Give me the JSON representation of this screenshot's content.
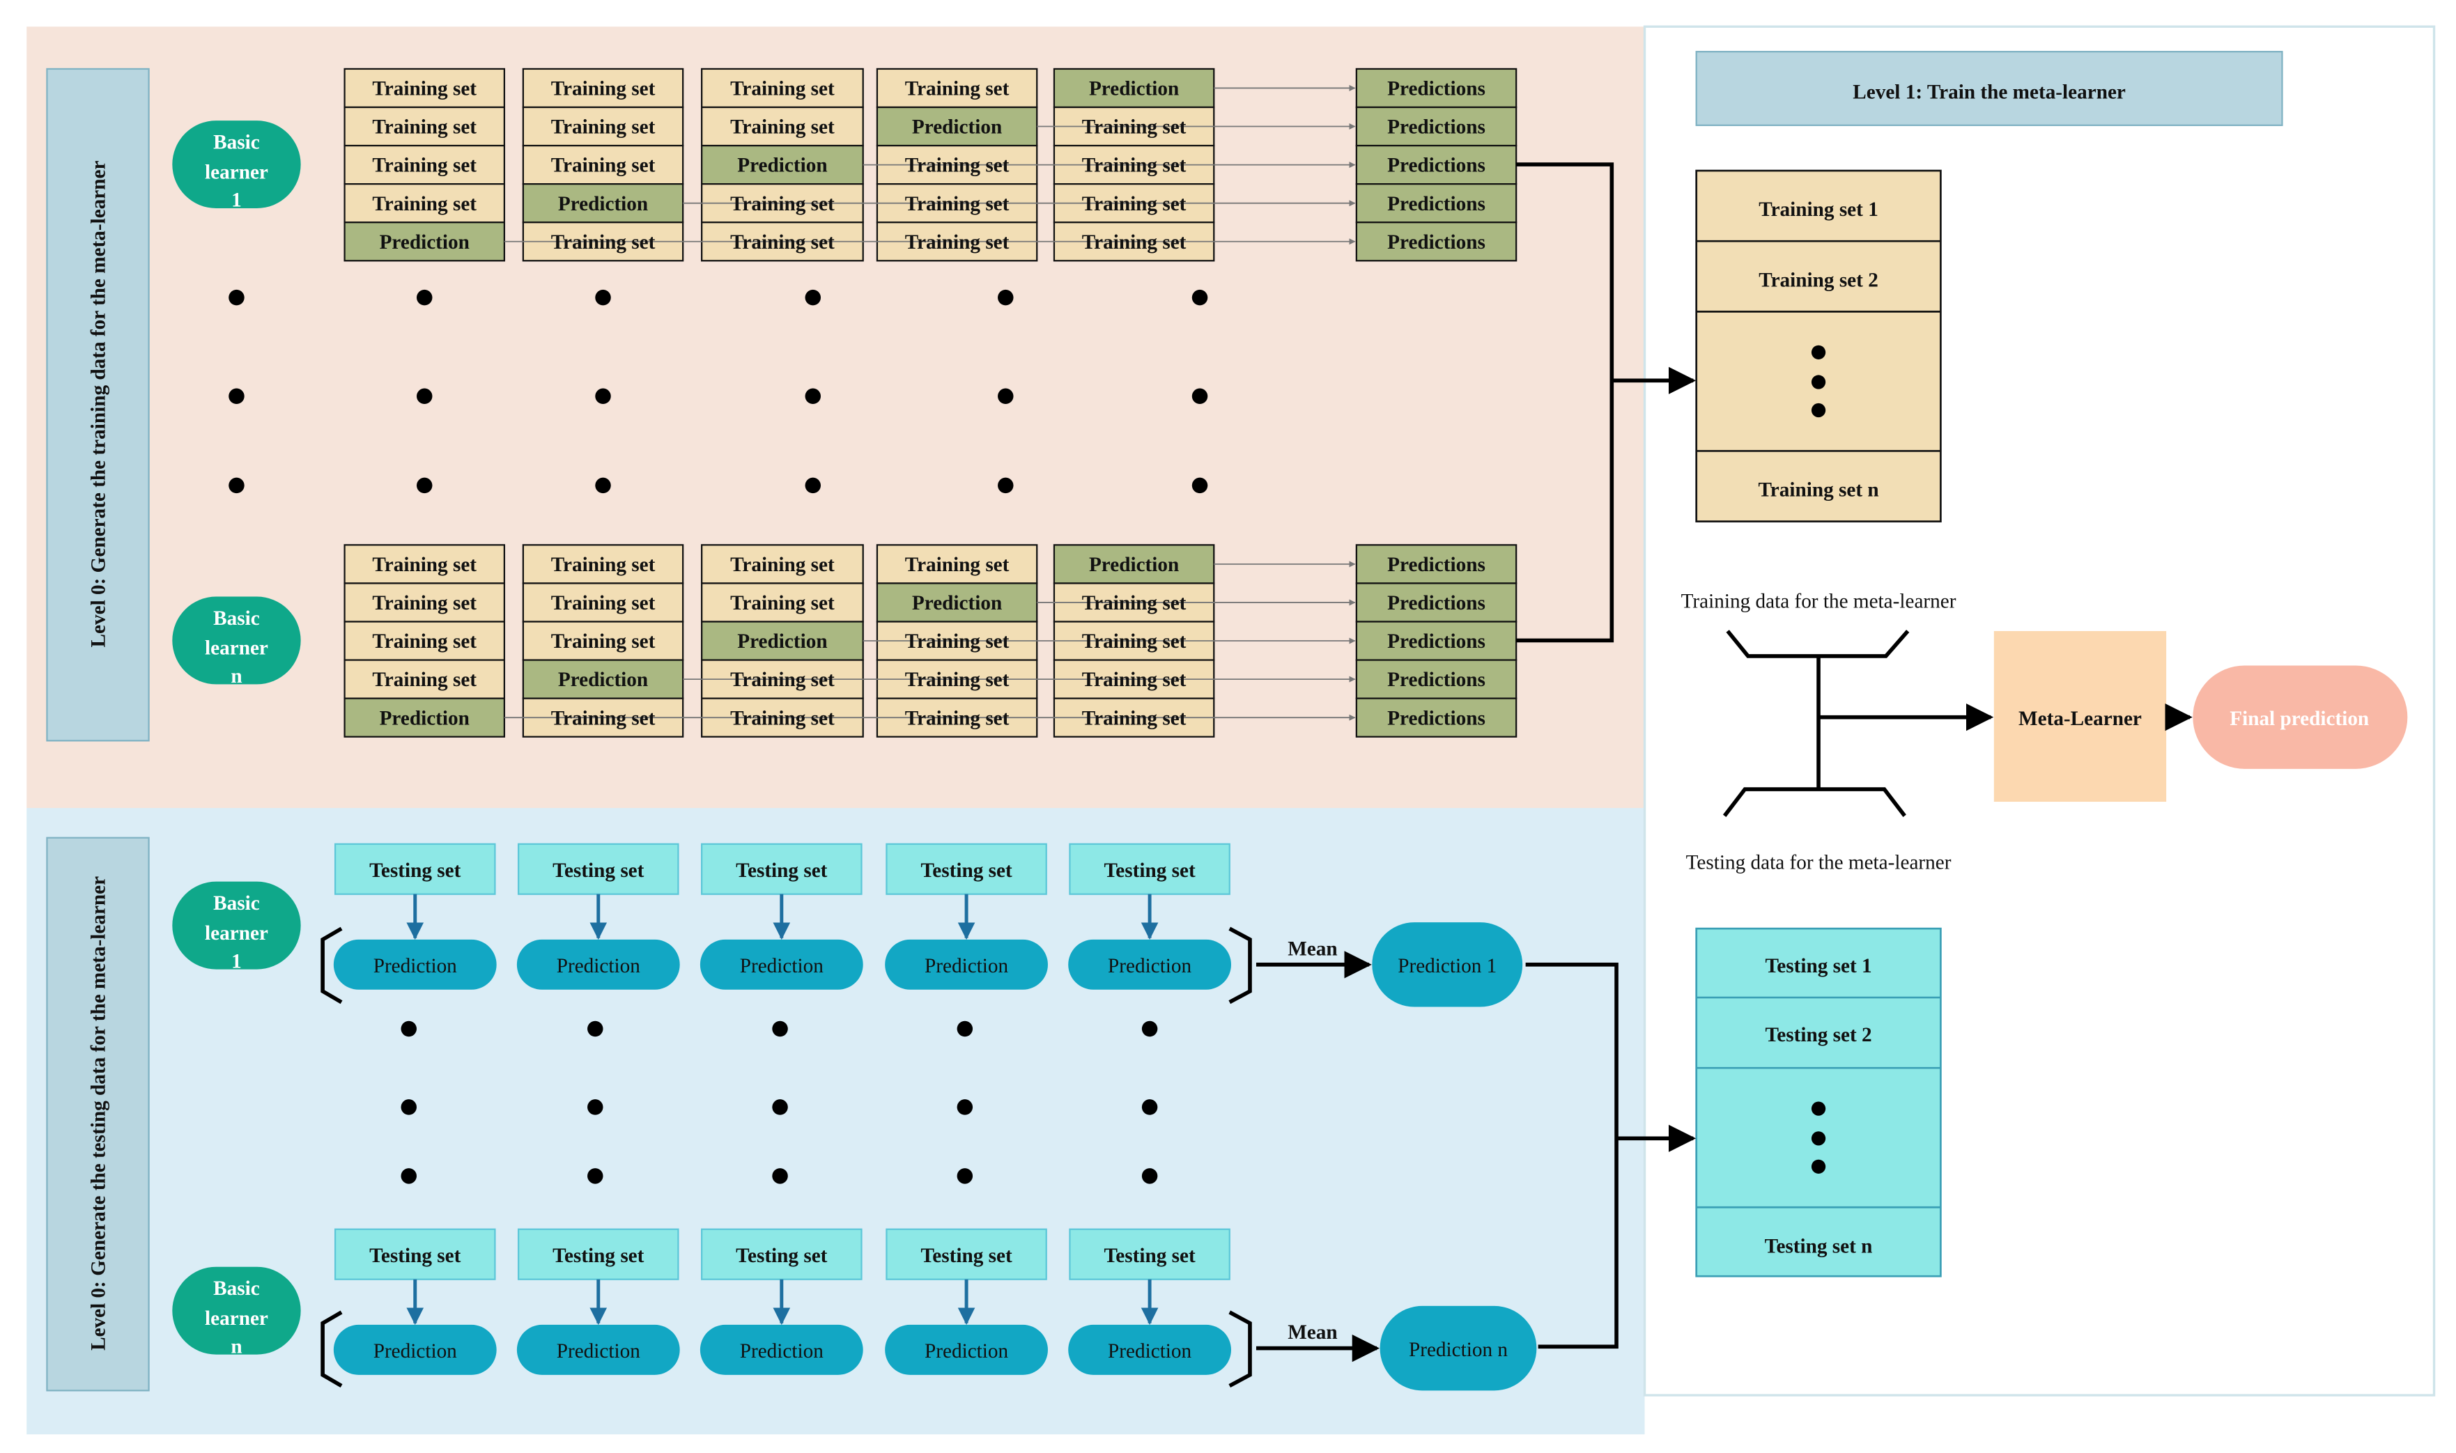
{
  "sections": {
    "level0_train": "Level 0: Generate the training data for the meta-learner",
    "level0_test": "Level 0: Generate the testing data for the meta-learner",
    "level1": "Level 1: Train the meta-learner"
  },
  "learners": {
    "first": [
      "Basic",
      "learner",
      "1"
    ],
    "last": [
      "Basic",
      "learner",
      "n"
    ]
  },
  "train_grid": {
    "training_set": "Training set",
    "prediction": "Prediction",
    "predictions": "Predictions"
  },
  "test_grid": {
    "testing_set": "Testing set",
    "prediction": "Prediction",
    "mean": "Mean",
    "prediction_1": "Prediction 1",
    "prediction_n": "Prediction n"
  },
  "meta_train_stack": [
    "Training set 1",
    "Training set 2",
    "Training set n"
  ],
  "meta_test_stack": [
    "Testing set 1",
    "Testing set 2",
    "Testing set n"
  ],
  "meta": {
    "train_label": "Training data for the meta-learner",
    "test_label": "Testing data for the meta-learner",
    "meta_learner": "Meta-Learner",
    "final_prediction": "Final prediction"
  },
  "colors": {
    "train_bg": "#f6e4da",
    "test_bg": "#dbedf6",
    "tan": "#f2deb5",
    "olive": "#aab882",
    "cyan": "#8de8e6",
    "teal_pill": "#12a7c4",
    "green_pill": "#0fa88a",
    "level_box": "#b8d6e0",
    "meta_learner": "#fcd8b0",
    "final": "#f9b8a6",
    "arrow_blue": "#1d6fa0"
  }
}
